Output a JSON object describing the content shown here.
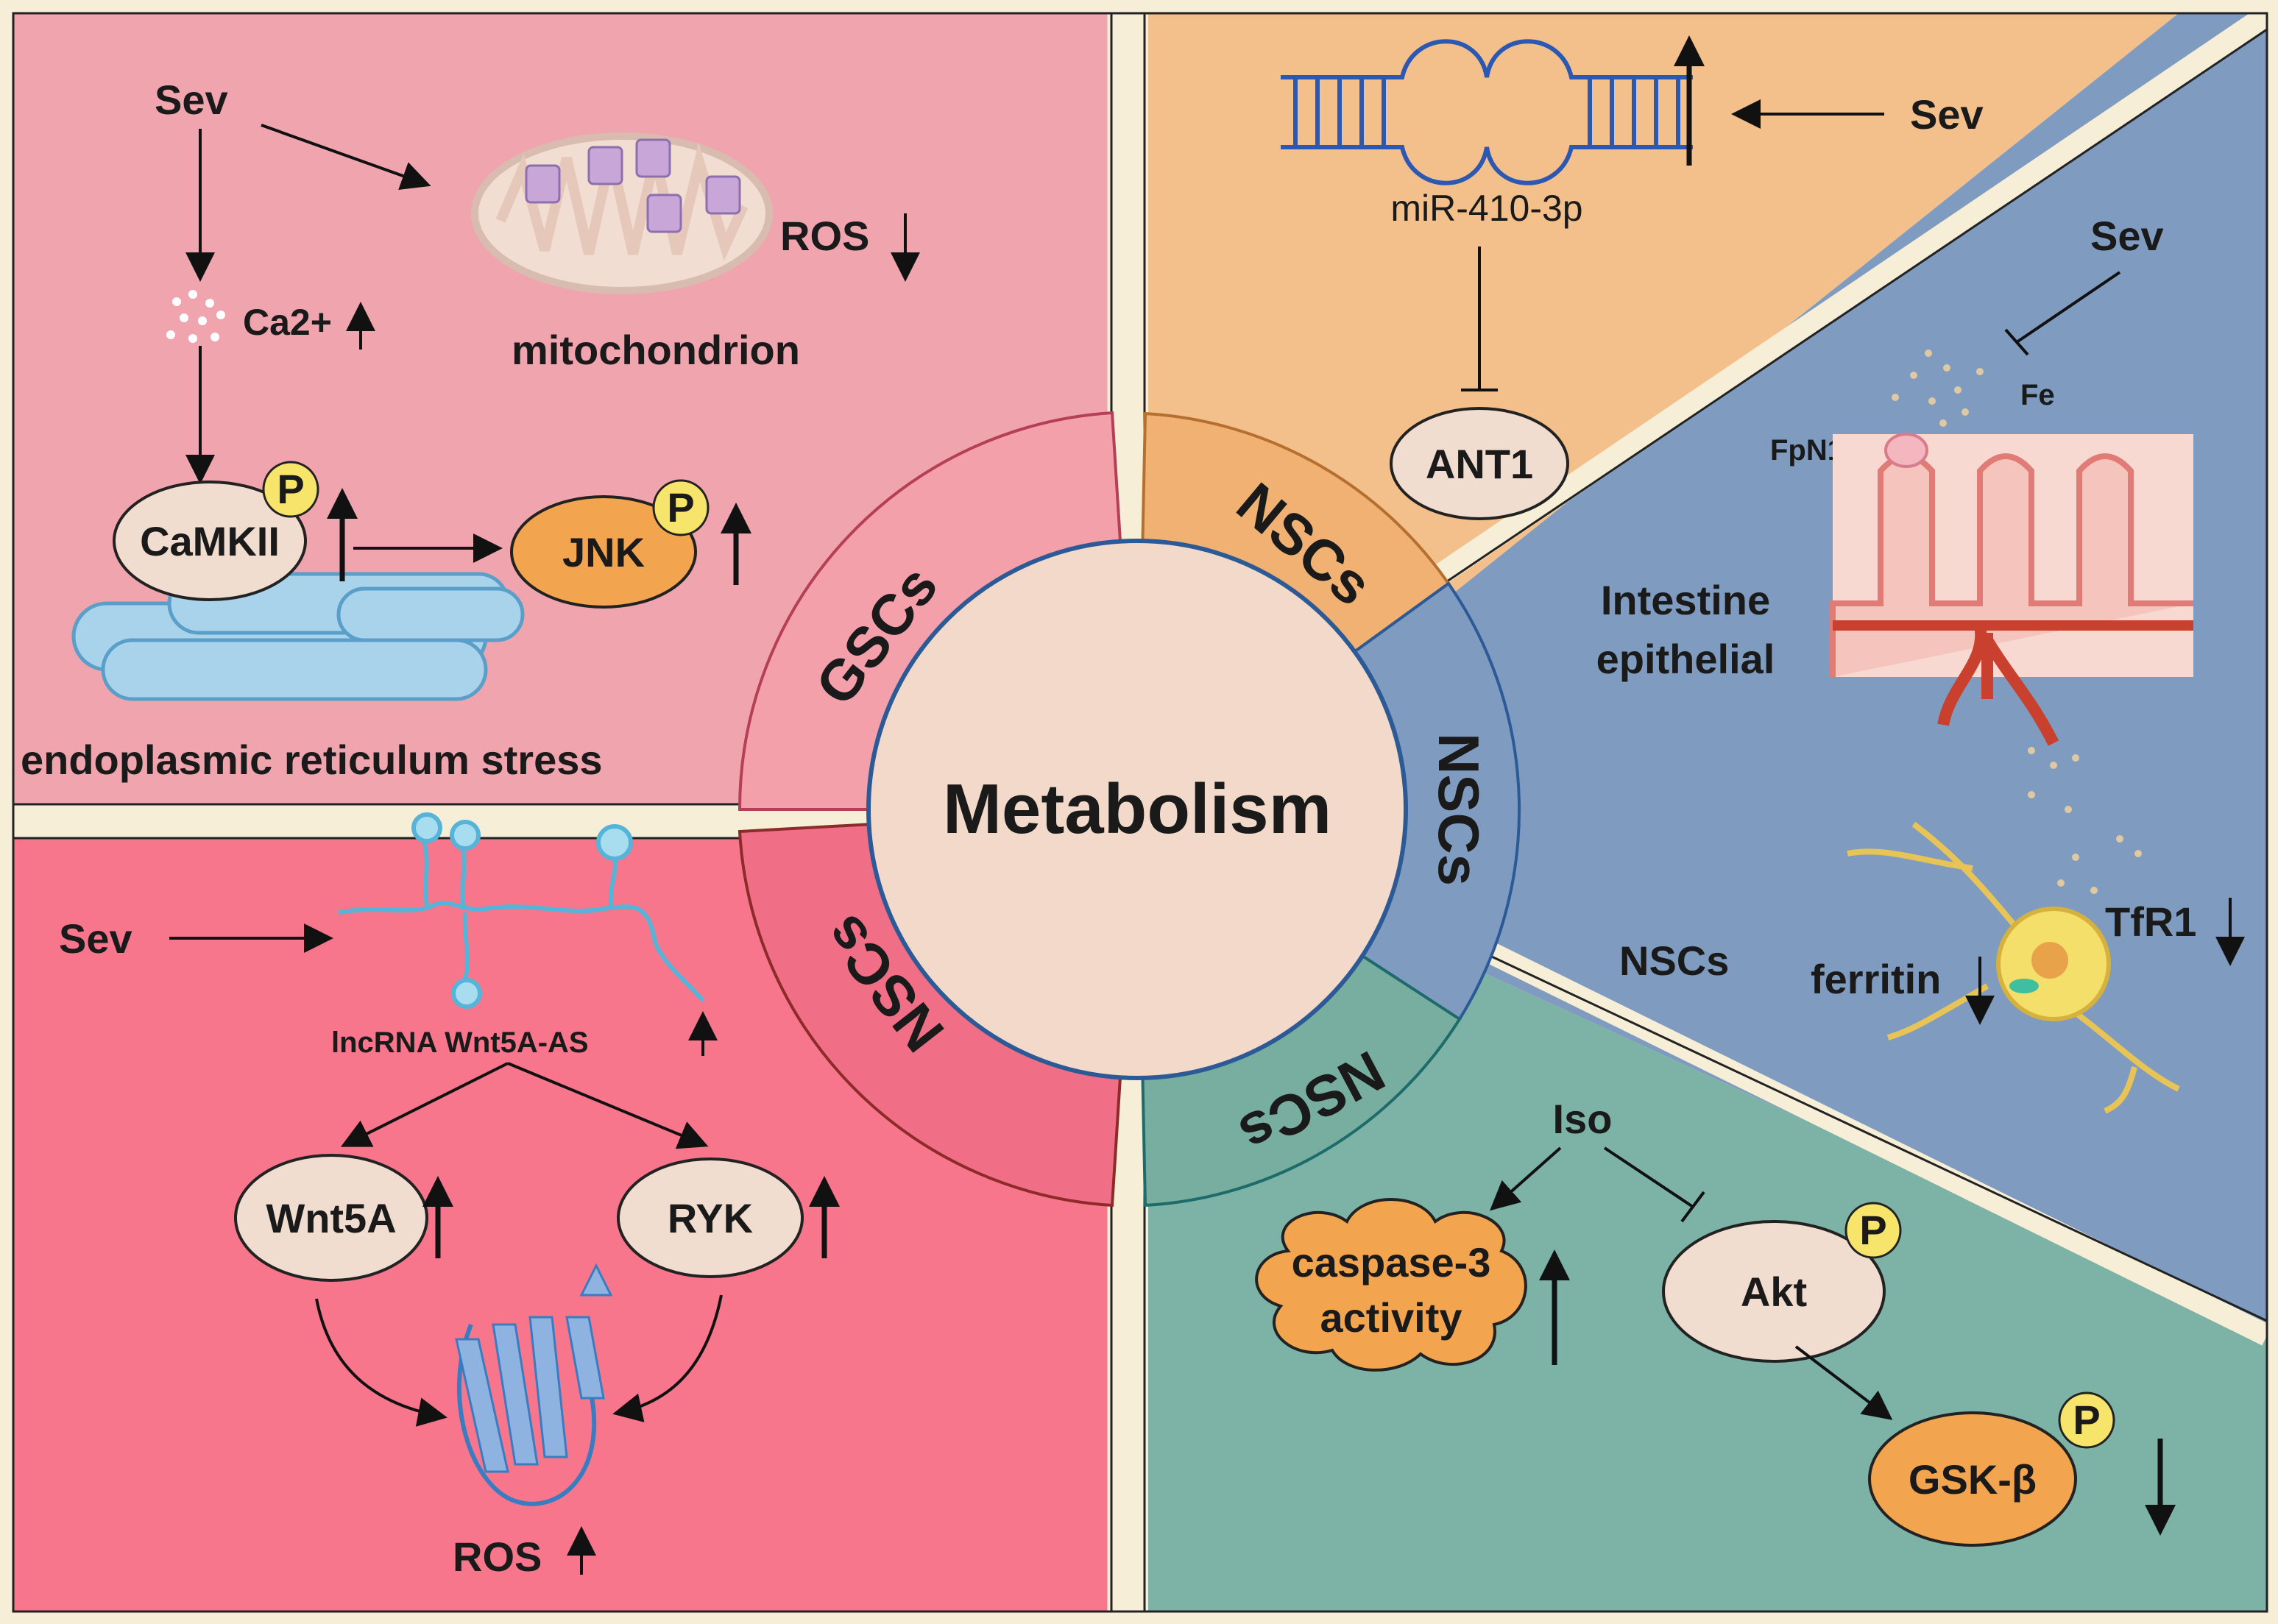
{
  "title": "Metabolism",
  "ring_labels": {
    "gscs": "GSCs",
    "nscs_top": "NSCs",
    "nscs_right": "NSCs",
    "nscs_bottom_right": "NSCs",
    "nscs_bottom_left": "NSCs"
  },
  "colors": {
    "gsc_panel": "#f0a4ad",
    "top_right_panel": "#f3c08c",
    "right_panel": "#7f9cc0",
    "bottom_right_panel": "#7cb3a6",
    "bottom_left_panel": "#f8768c",
    "divider": "#f7eed8",
    "center": "#f2d9c9",
    "node_fill": "#f1ddd0",
    "orange_node": "#f2a54e",
    "phospho": "#f7e46a"
  },
  "gsc_panel": {
    "sev": "Sev",
    "ros": "ROS",
    "mitochondrion": "mitochondrion",
    "ca": "Ca2+",
    "camkii": "CaMKII",
    "jnk": "JNK",
    "p": "P",
    "er_stress": "endoplasmic reticulum stress"
  },
  "mir_panel": {
    "sev": "Sev",
    "mir": "miR-410-3p",
    "ant1": "ANT1"
  },
  "iron_panel": {
    "sev": "Sev",
    "fe": "Fe",
    "fpn1": "FpN1",
    "intestine_line1": "Intestine",
    "intestine_line2": "epithelial",
    "nscs": "NSCs",
    "tfr1": "TfR1",
    "ferritin": "ferritin"
  },
  "iso_panel": {
    "iso": "Iso",
    "caspase_line1": "caspase-3",
    "caspase_line2": "activity",
    "akt": "Akt",
    "gsk": "GSK-β",
    "p": "P"
  },
  "lnc_panel": {
    "sev": "Sev",
    "lncrna": "lncRNA Wnt5A-AS",
    "wnt5a": "Wnt5A",
    "ryk": "RYK",
    "ros": "ROS"
  }
}
